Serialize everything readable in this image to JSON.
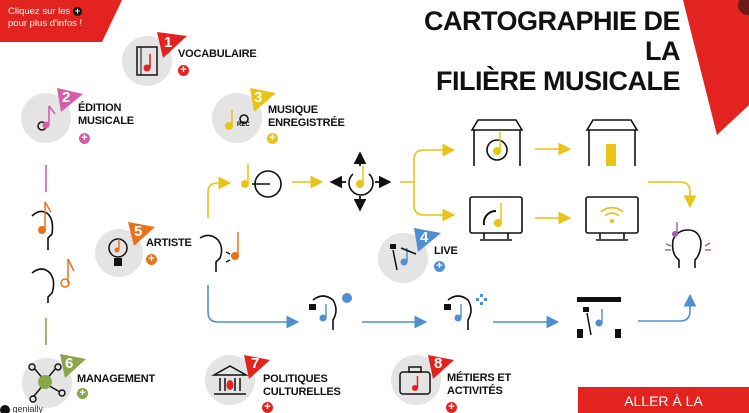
{
  "banner": {
    "line1": "Cliquez sur les",
    "line2": "pour plus d'infos !"
  },
  "title": {
    "line1": "CARTOGRAPHIE DE LA",
    "line2": "FILIÈRE MUSICALE"
  },
  "sections": [
    {
      "number": "1",
      "label": "VOCABULAIRE",
      "color": "#e3231f"
    },
    {
      "number": "2",
      "label": "ÉDITION MUSICALE",
      "color": "#d45fa8"
    },
    {
      "number": "3",
      "label": "MUSIQUE ENREGISTRÉE",
      "color": "#e9c315"
    },
    {
      "number": "4",
      "label": "LIVE",
      "color": "#4f8fd1"
    },
    {
      "number": "5",
      "label": "ARTISTE",
      "color": "#e8711c"
    },
    {
      "number": "6",
      "label": "MANAGEMENT",
      "color": "#8aa54a"
    },
    {
      "number": "7",
      "label": "POLITIQUES CULTURELLES",
      "color": "#e3231f"
    },
    {
      "number": "8",
      "label": "MÉTIERS ET ACTIVITÉS",
      "color": "#e3231f"
    }
  ],
  "plus_symbol": "+",
  "rec_label": "REC",
  "conclusion_button": "ALLER À LA CONCLUSION",
  "footer_brand": "genially",
  "colors": {
    "red": "#e3231f",
    "yellow": "#e9c315",
    "blue": "#4f8fd1",
    "purple": "#9b5fb0"
  }
}
